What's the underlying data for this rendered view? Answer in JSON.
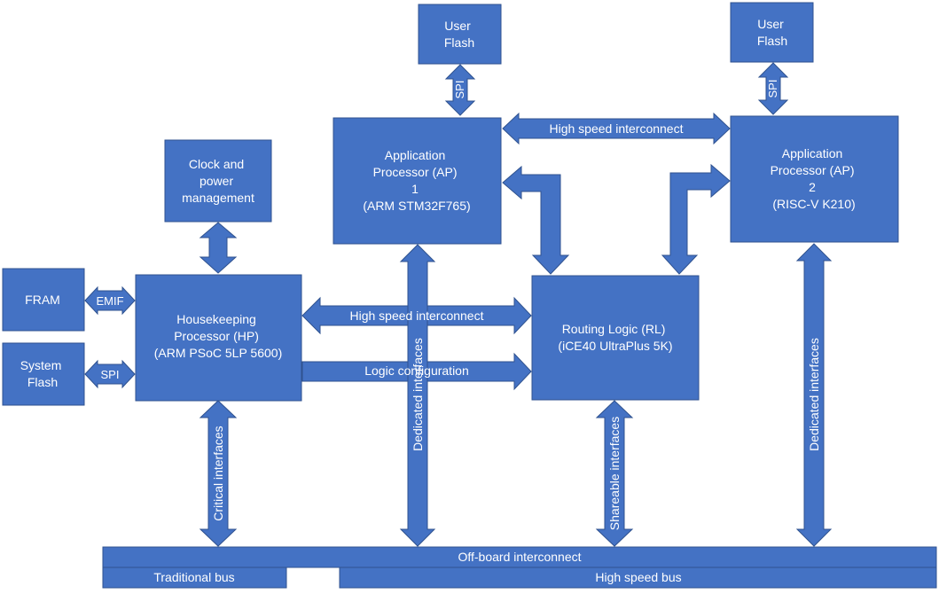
{
  "blocks": {
    "user_flash_1": [
      "User",
      "Flash"
    ],
    "user_flash_2": [
      "User",
      "Flash"
    ],
    "ap1": [
      "Application",
      "Processor (AP)",
      "1",
      "(ARM STM32F765)"
    ],
    "ap2": [
      "Application",
      "Processor (AP)",
      "2",
      "(RISC-V K210)"
    ],
    "clock": [
      "Clock and",
      "power",
      "management"
    ],
    "fram": [
      "FRAM"
    ],
    "system_flash": [
      "System",
      "Flash"
    ],
    "hp": [
      "Housekeeping",
      "Processor (HP)",
      "(ARM PSoC 5LP 5600)"
    ],
    "rl": [
      "Routing Logic (RL)",
      "(iCE40 UltraPlus 5K)"
    ],
    "offboard": "Off-board interconnect",
    "traditional_bus": "Traditional bus",
    "high_speed_bus": "High speed bus"
  },
  "links": {
    "spi_ap1": "SPI",
    "spi_ap2": "SPI",
    "emif": "EMIF",
    "spi_hp": "SPI",
    "hs_ap1_ap2": "High speed interconnect",
    "hs_hp_rl": "High speed interconnect",
    "logic_config": "Logic configuration",
    "critical": "Critical interfaces",
    "dedicated_ap1": "Dedicated interfaces",
    "dedicated_ap2": "Dedicated interfaces",
    "shareable": "Shareable interfaces"
  },
  "colors": {
    "fill": "#4472c4",
    "stroke": "#2f528f",
    "text": "#ffffff"
  }
}
